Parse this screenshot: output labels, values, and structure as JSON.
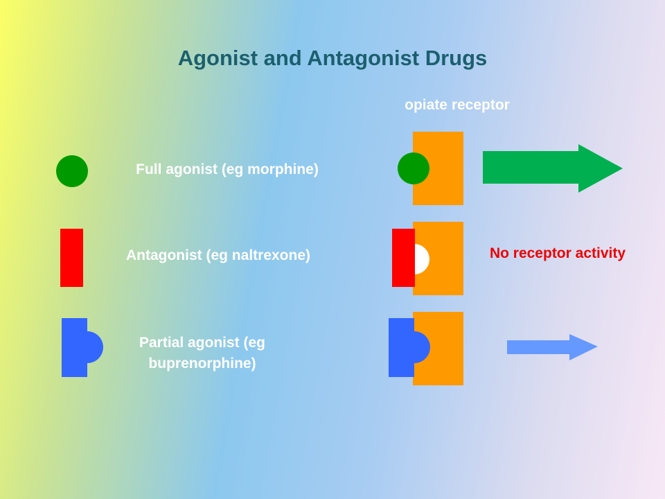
{
  "title": "Agonist and Antagonist Drugs",
  "receptor_label": "opiate receptor",
  "rows": [
    {
      "label": "Full agonist (eg morphine)",
      "drug": "full-agonist",
      "effect": "strong-activation"
    },
    {
      "label": "Antagonist (eg naltrexone)",
      "drug": "antagonist",
      "effect": "none"
    },
    {
      "label": "Partial agonist (eg buprenorphine)",
      "drug": "partial-agonist",
      "effect": "weak-activation"
    }
  ],
  "no_activity_text": "No receptor activity",
  "colors": {
    "receptor": "#ff9900",
    "full_agonist": "#009a00",
    "antagonist": "#ff0000",
    "partial_agonist": "#3366ff",
    "strong_arrow": "#00b050",
    "weak_arrow": "#6699ff",
    "title": "#1b5f6e",
    "label": "#ffffff",
    "no_activity": "#ee0000"
  }
}
